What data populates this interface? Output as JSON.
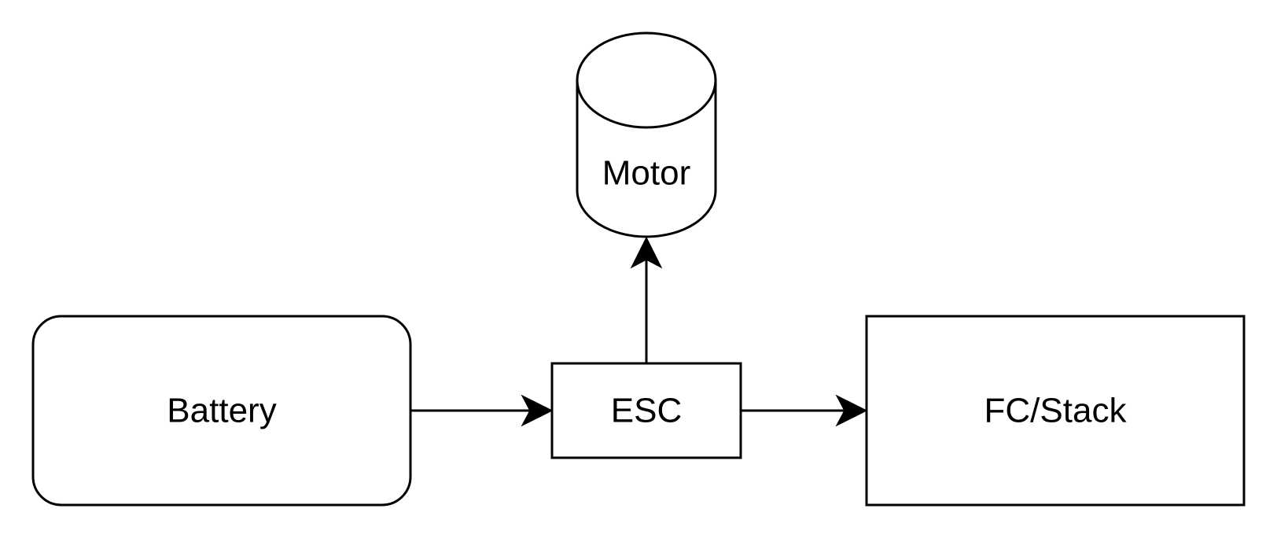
{
  "diagram": {
    "nodes": {
      "battery": {
        "label": "Battery",
        "shape": "rounded-rectangle"
      },
      "esc": {
        "label": "ESC",
        "shape": "rectangle"
      },
      "motor": {
        "label": "Motor",
        "shape": "cylinder"
      },
      "fc_stack": {
        "label": "FC/Stack",
        "shape": "rectangle"
      }
    },
    "edges": [
      {
        "from": "Battery",
        "to": "ESC"
      },
      {
        "from": "ESC",
        "to": "Motor"
      },
      {
        "from": "ESC",
        "to": "FC/Stack"
      }
    ],
    "colors": {
      "stroke": "#000000",
      "fill": "#ffffff",
      "text": "#000000"
    }
  }
}
